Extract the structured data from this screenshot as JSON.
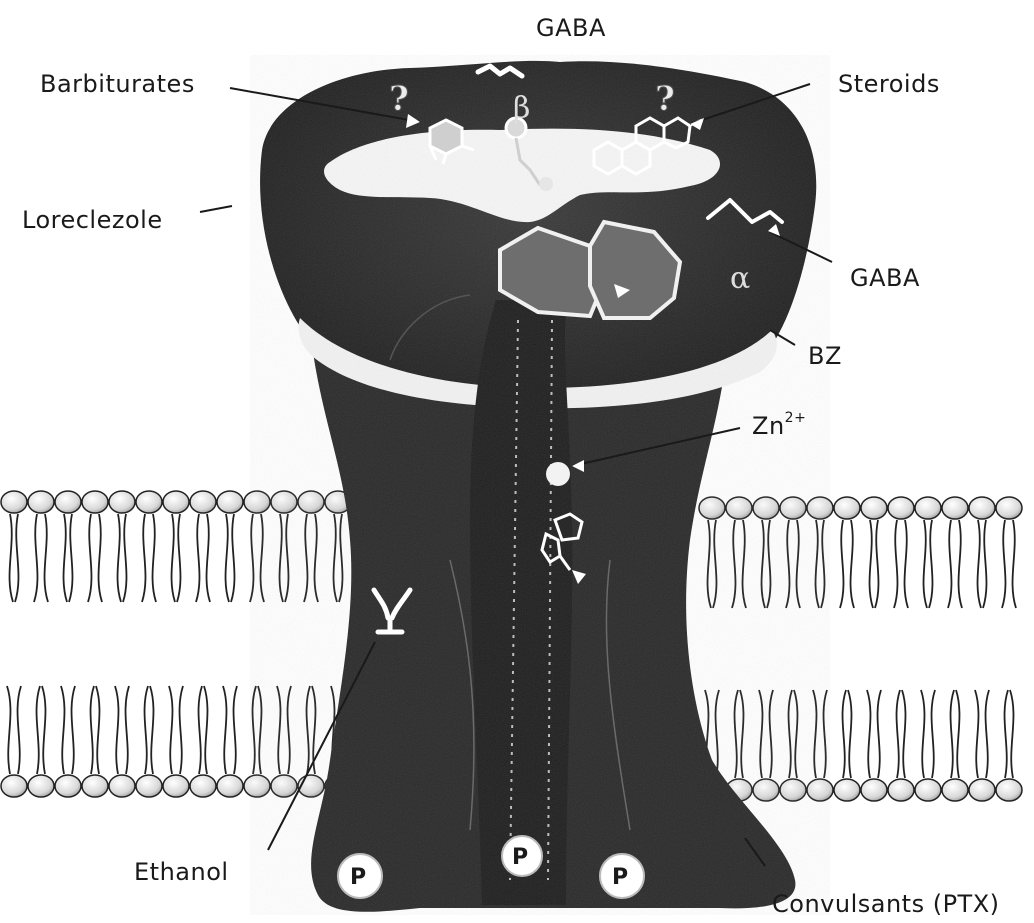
{
  "labels": {
    "gaba_top": "GABA",
    "barbiturates": "Barbiturates",
    "steroids": "Steroids",
    "loreclezole": "Loreclezole",
    "gaba_right": "GABA",
    "bz": "BZ",
    "zinc_base": "Zn",
    "zinc_sup": "2+",
    "ethanol": "Ethanol",
    "convulsants": "Convulsants (PTX)"
  },
  "subunits": {
    "beta": "β",
    "alpha": "α"
  },
  "binding_markers": {
    "question_left": "?",
    "question_right": "?"
  },
  "phosphorylation_sites": [
    "P",
    "P",
    "P"
  ],
  "colors": {
    "receptor": "#2b2b2b",
    "receptor_dark": "#1c1c1c",
    "cavity": "#f4f4f4",
    "bz_fill": "#6e6e6e",
    "membrane_stroke": "#222222",
    "lipid_head": "#e8e8e8",
    "text": "#1a1a1a",
    "pointer": "#1a1a1a"
  }
}
